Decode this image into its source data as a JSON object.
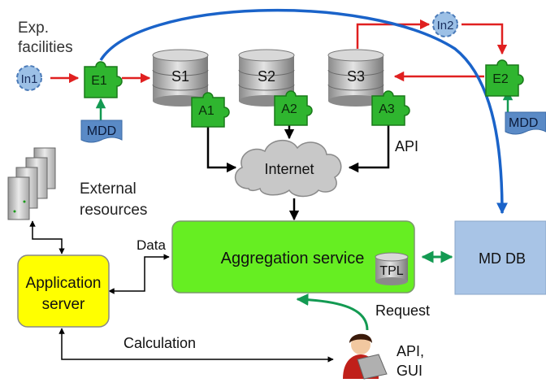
{
  "labels": {
    "exp_line1": "Exp.",
    "exp_line2": "facilities",
    "in1": "In1",
    "in2": "In2",
    "e1": "E1",
    "e2": "E2",
    "s1": "S1",
    "s2": "S2",
    "s3": "S3",
    "a1": "A1",
    "a2": "A2",
    "a3": "A3",
    "mdd_left": "MDD",
    "mdd_right": "MDD",
    "internet": "Internet",
    "api_top": "API",
    "external_line1": "External",
    "external_line2": "resources",
    "data": "Data",
    "aggregation": "Aggregation service",
    "tpl": "TPL",
    "md_db": "MD DB",
    "app_line1": "Application",
    "app_line2": "server",
    "request": "Request",
    "calculation": "Calculation",
    "user_line1": "API,",
    "user_line2": "GUI"
  },
  "colors": {
    "red_arrow": "#e02020",
    "blue_arrow": "#1a63c9",
    "green_arrow": "#139a52",
    "black_arrow": "#000000",
    "aggregation_fill": "#66ee22",
    "app_server_fill": "#ffff00",
    "md_db_fill": "#a8c4e6",
    "puzzle_fill": "#2fb52f",
    "gear_fill": "#9cc0e6",
    "mdd_fill": "#5a8ac6",
    "cloud_fill": "#c8c8c8"
  }
}
